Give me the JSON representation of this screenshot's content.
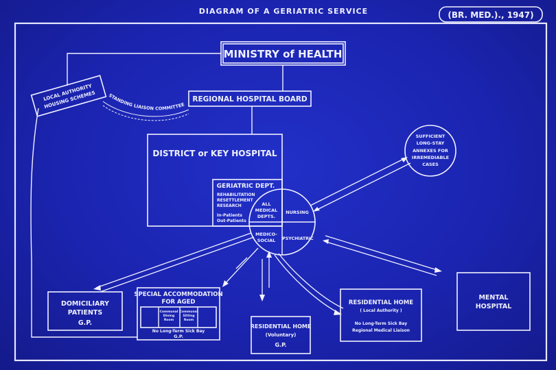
{
  "header": {
    "title": "DIAGRAM OF A GERIATRIC SERVICE",
    "reference": "(BR. MED.)., 1947)"
  },
  "nodes": {
    "ministry": "MINISTRY of HEALTH",
    "local_authority": [
      "LOCAL AUTHORITY",
      "HOUSING SCHEMES"
    ],
    "liaison": "STANDING LIAISON COMMITTEE",
    "regional_board": "REGIONAL HOSPITAL BOARD",
    "district_hospital": "DISTRICT or KEY HOSPITAL",
    "geriatric_dept": {
      "title": "GERIATRIC DEPT.",
      "items": [
        "REHABILITATION",
        "RESETTLEMENT",
        "RESEARCH"
      ],
      "patients": [
        "In-Patients",
        "Out-Patients"
      ]
    },
    "circle": {
      "top_left": [
        "ALL",
        "MEDICAL",
        "DEPTS."
      ],
      "top_right": "NURSING",
      "bottom_left": [
        "MEDICO-",
        "SOCIAL"
      ],
      "bottom_right": "PSYCHIATRIC"
    },
    "annexes": [
      "SUFFICIENT",
      "LONG-STAY",
      "ANNEXES FOR",
      "IRREMEDIABLE",
      "CASES"
    ],
    "domiciliary": [
      "DOMICILIARY",
      "PATIENTS",
      "G.P."
    ],
    "special_accommodation": {
      "title": [
        "SPECIAL ACCOMMODATION",
        "FOR AGED"
      ],
      "rooms": [
        "Communal",
        "Dining",
        "Room",
        "Communal",
        "Sitting",
        "Room"
      ],
      "footer": [
        "No Long-Term Sick Bay",
        "G.P."
      ]
    },
    "residential_voluntary": [
      "RESIDENTIAL HOME",
      "(Voluntary)",
      "G.P."
    ],
    "residential_local": {
      "title": "RESIDENTIAL HOME",
      "sub": "( Local Authority )",
      "lines": [
        "No Long-Term Sick Bay",
        "Regional Medical Liaison"
      ]
    },
    "mental_hospital": [
      "MENTAL",
      "HOSPITAL"
    ]
  },
  "colors": {
    "background": "#1b24b0",
    "ink": "#f2f2ff"
  }
}
